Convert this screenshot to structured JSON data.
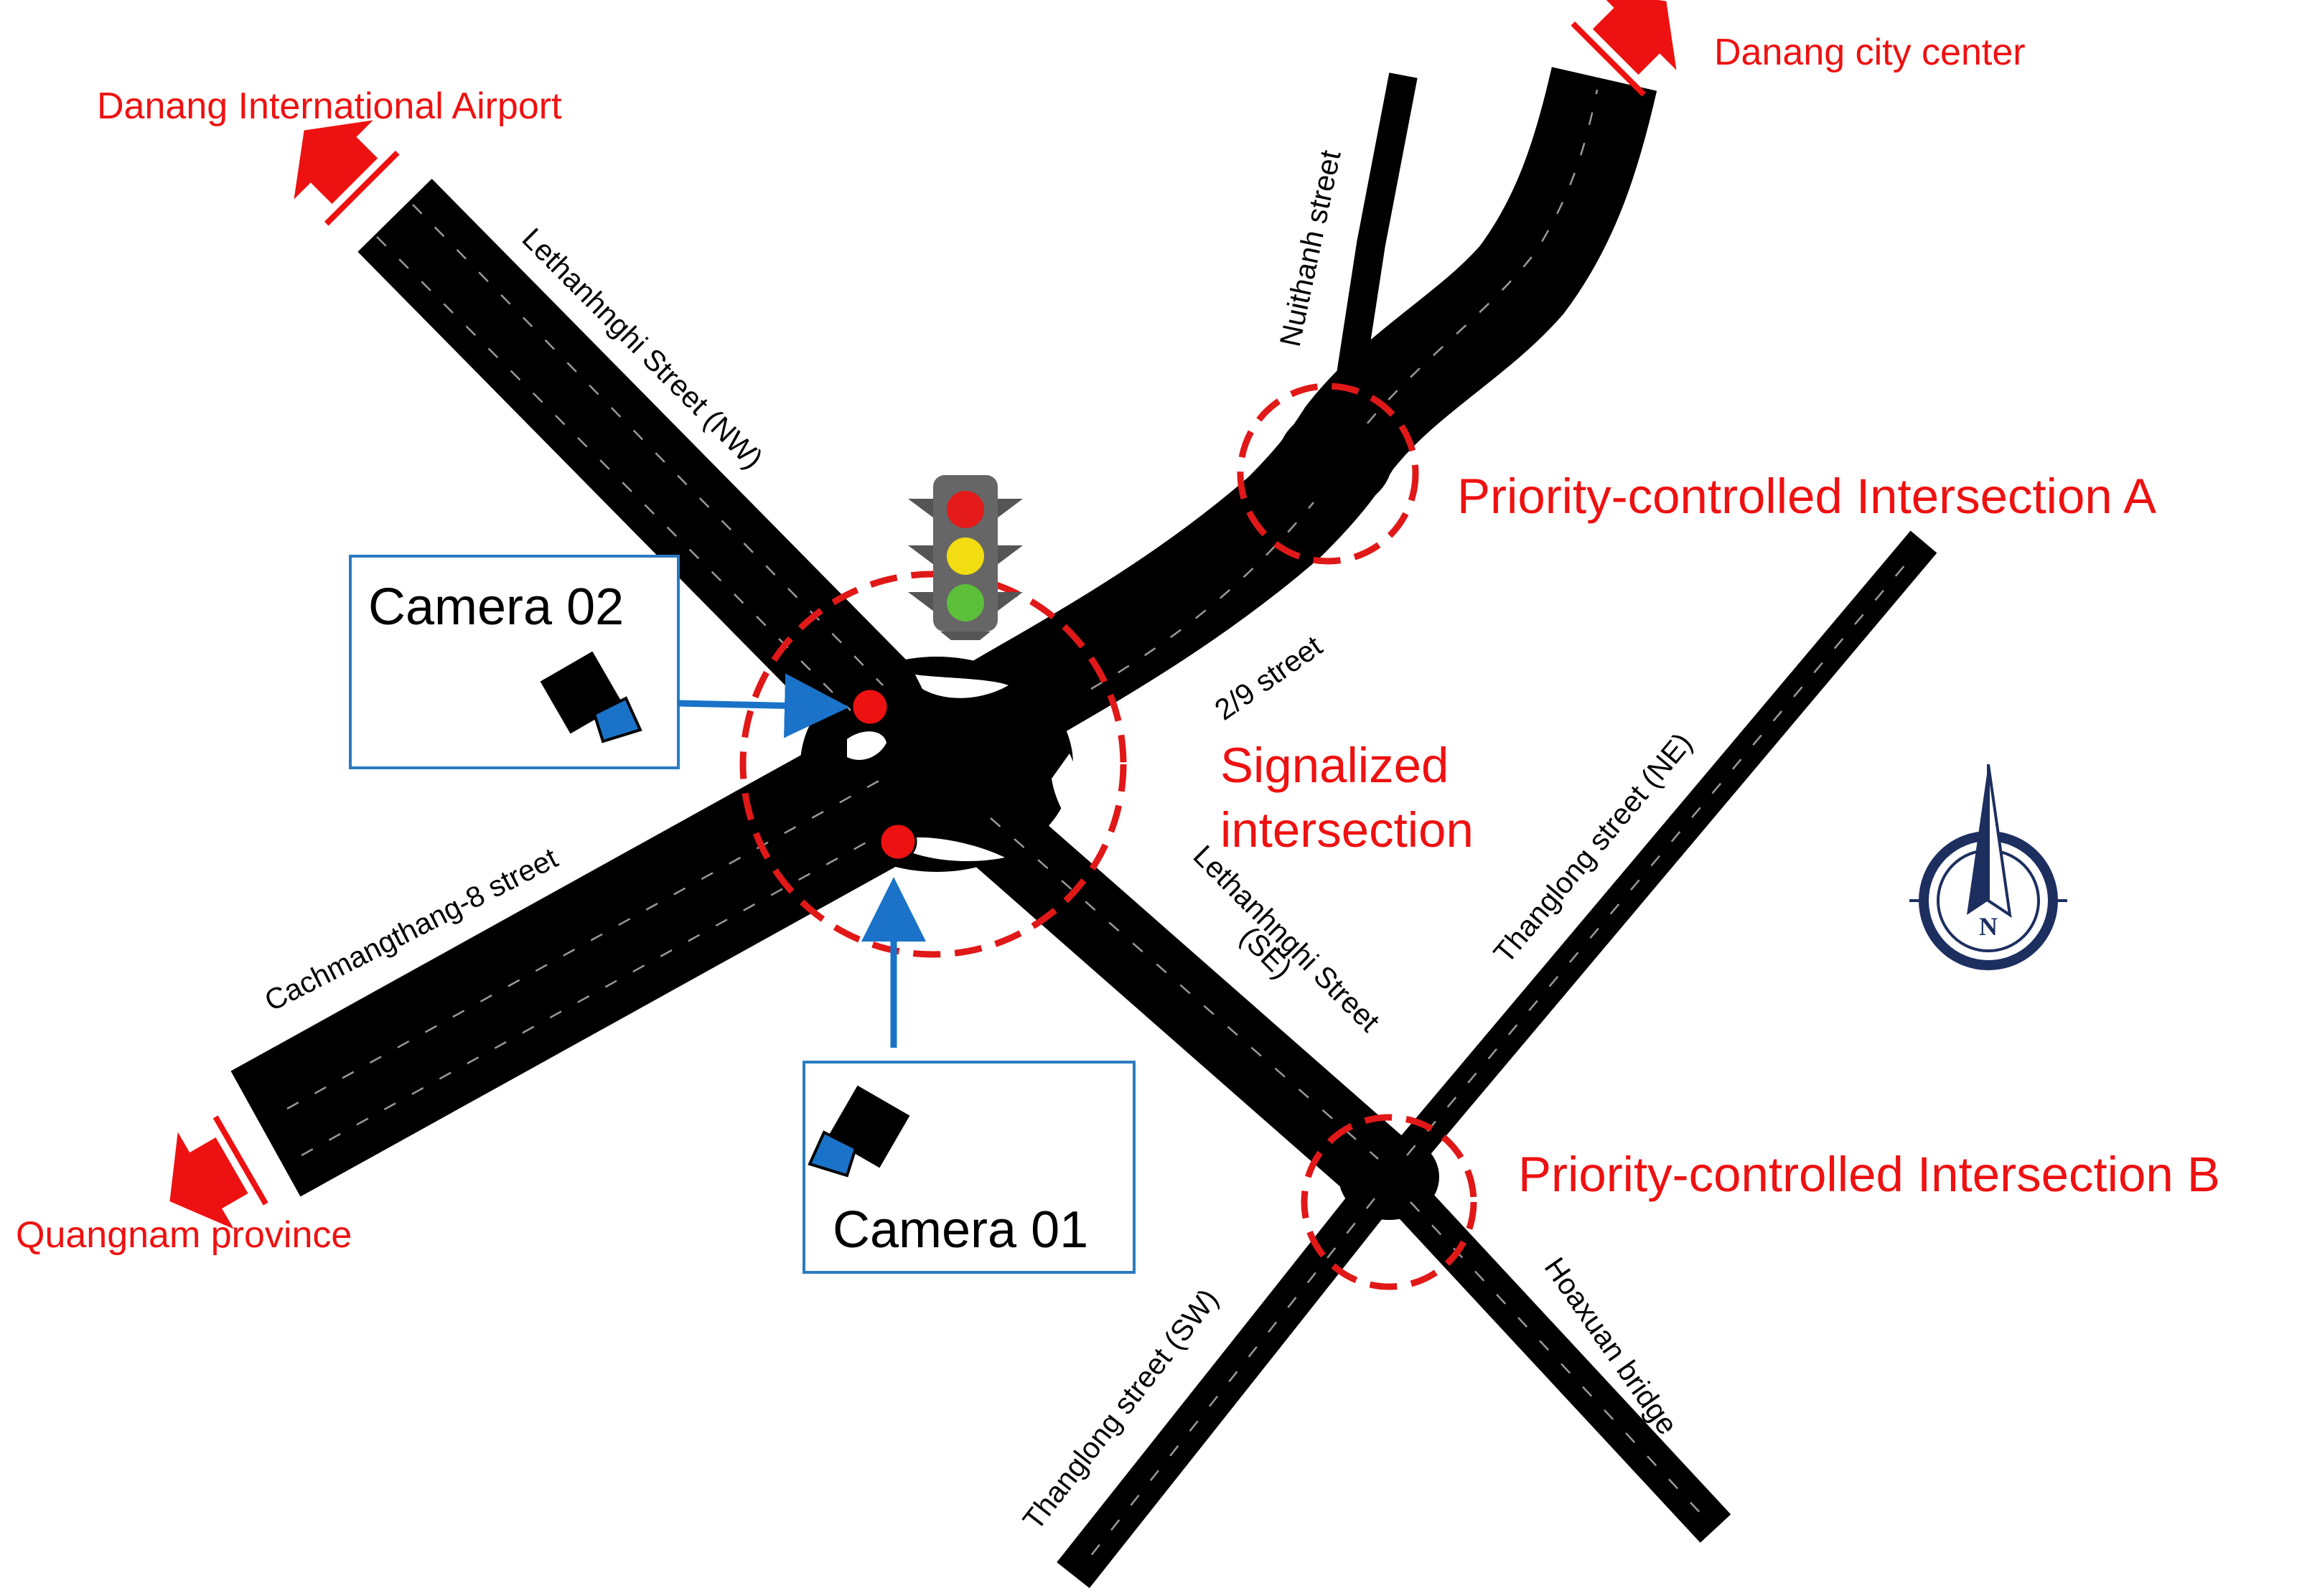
{
  "destinations": {
    "airport": "Danang International Airport",
    "city_center": "Danang city center",
    "quangnam": "Quangnam province"
  },
  "streets": {
    "lethanhnghi_nw": "Lethanhnghi Street (NW)",
    "nuithanh": "Nuithanh street",
    "street_2_9": "2/9 street",
    "cachmangthang8": "Cachmangthang-8 street",
    "lethanhnghi_se_line1": "Lethanhnghi Street",
    "lethanhnghi_se_line2": "(SE)",
    "thanglong_ne": "Thanglong street (NE)",
    "thanglong_sw": "Thanglong street (SW)",
    "hoaxuan": "Hoaxuan bridge"
  },
  "intersections": {
    "signalized_line1": "Signalized",
    "signalized_line2": "intersection",
    "priority_a": "Priority-controlled Intersection A",
    "priority_b": "Priority-controlled Intersection B"
  },
  "cameras": {
    "camera_02": "Camera 02",
    "camera_01": "Camera 01"
  },
  "compass": {
    "north_letter": "N"
  },
  "colors": {
    "annotation_red": "#ee1111",
    "road": "#000000",
    "camera_arrow": "#1a73c8",
    "camera_box_border": "#2a7bc0",
    "compass_navy": "#1d2f5f"
  },
  "icons": [
    "traffic-light-icon",
    "camera-icon",
    "compass-icon",
    "direction-arrow-icon",
    "camera-position-marker"
  ]
}
